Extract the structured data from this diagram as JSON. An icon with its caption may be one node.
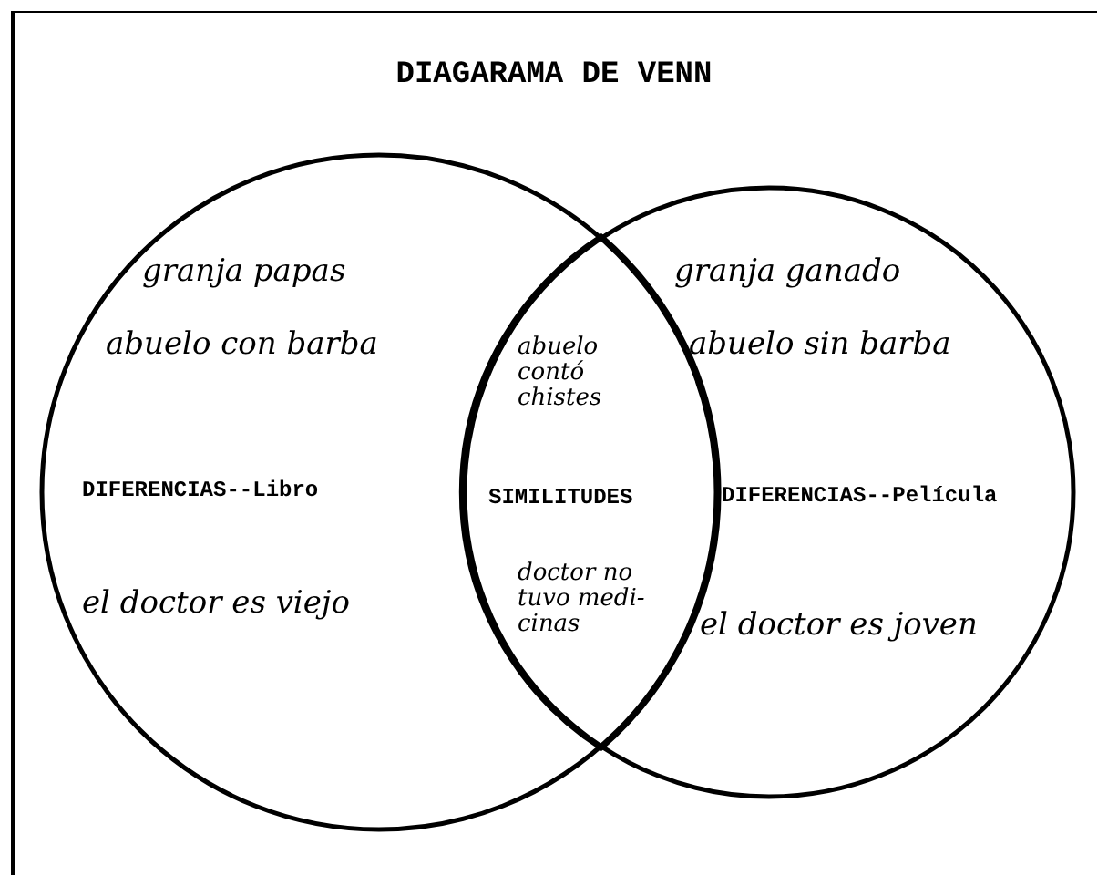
{
  "diagram": {
    "title": "DIAGARAMA DE VENN",
    "nodes": [
      {
        "text": [
          "granja papas",
          "abuelo con barba",
          "DIFERENCIAS--Libro",
          "el doctor es viejo"
        ]
      },
      {
        "text": [
          "abuelo contó chistes",
          "SIMILITUDES",
          "doctor no tuvo medi- cinas"
        ]
      },
      {
        "text": [
          "granja ganado",
          "abuelo sin barba",
          "DIFERENCIAS--Película",
          "el doctor es joven"
        ]
      }
    ]
  }
}
